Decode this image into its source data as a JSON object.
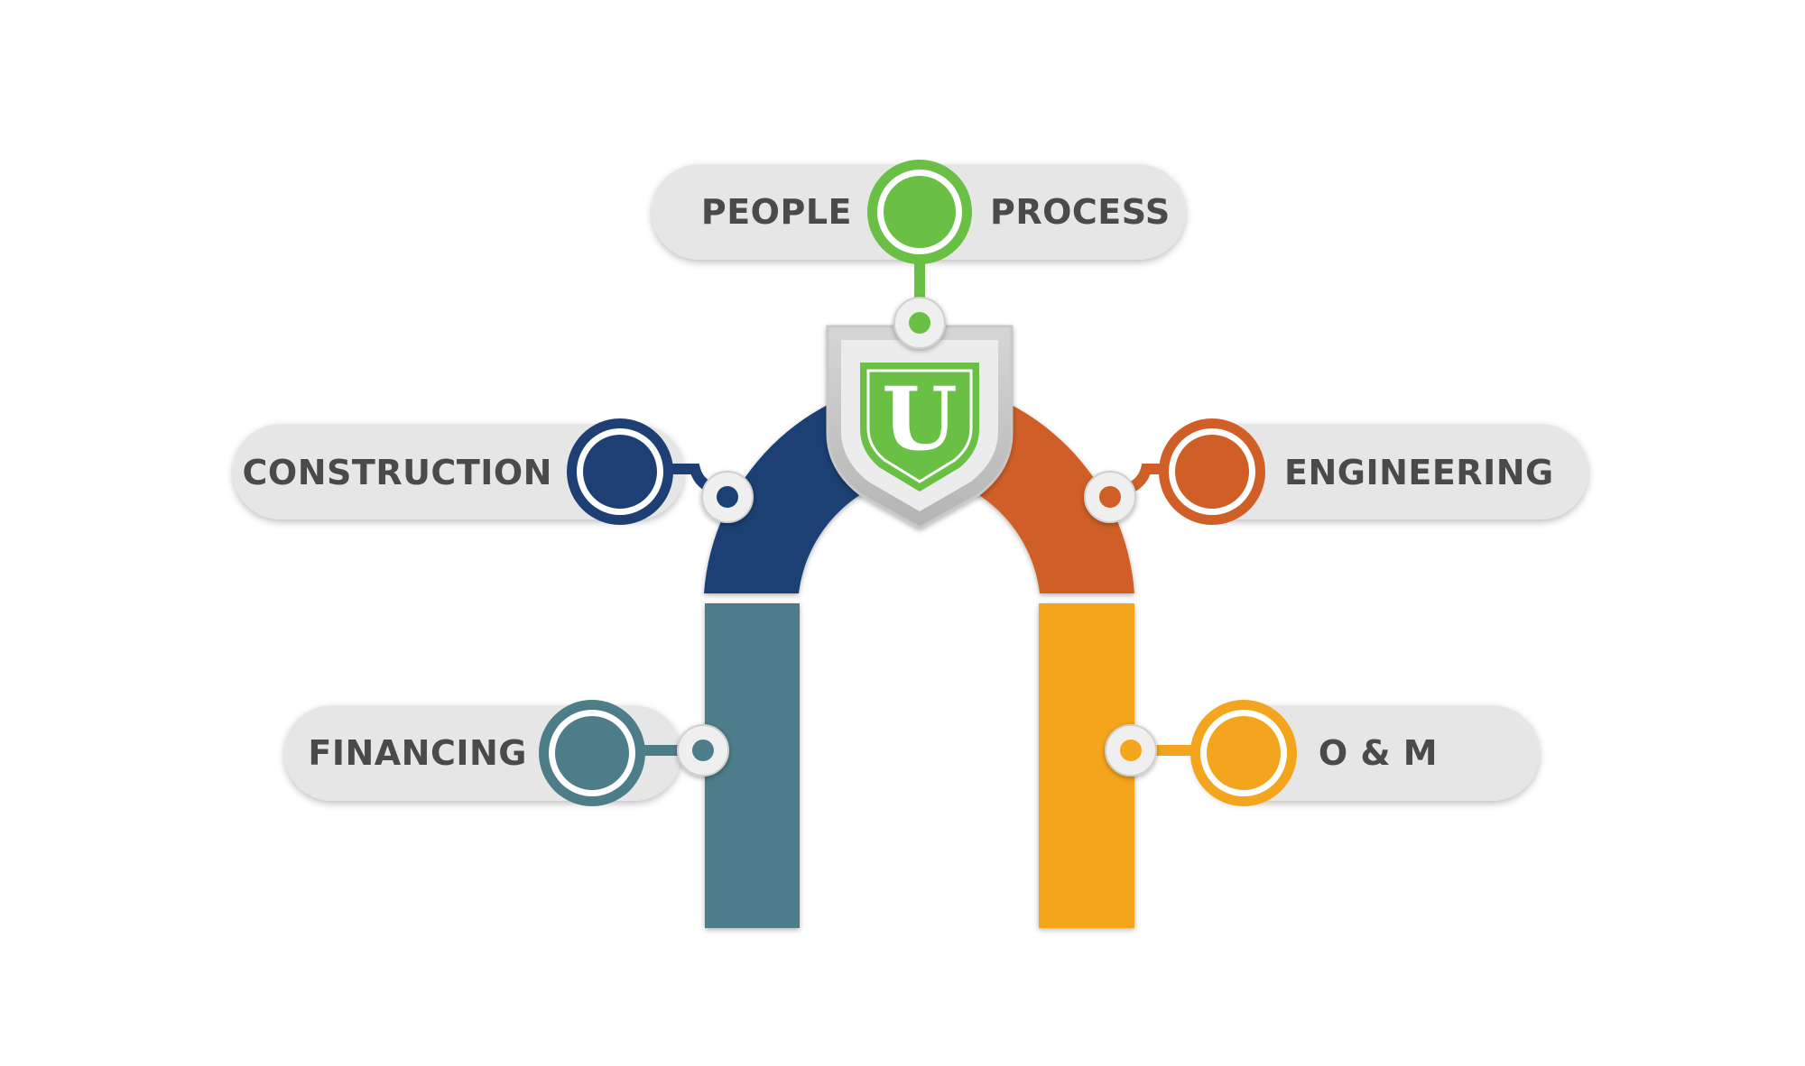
{
  "diagram": {
    "nodes": [
      {
        "id": "people",
        "label": "PEOPLE",
        "color": "#6abf45"
      },
      {
        "id": "process",
        "label": "PROCESS",
        "color": "#6abf45"
      },
      {
        "id": "construction",
        "label": "CONSTRUCTION",
        "color": "#1e3f73"
      },
      {
        "id": "engineering",
        "label": "ENGINEERING",
        "color": "#cf5f26"
      },
      {
        "id": "financing",
        "label": "FINANCING",
        "color": "#4e7d8a"
      },
      {
        "id": "om",
        "label": "O & M",
        "color": "#f4a51e"
      }
    ],
    "shield": {
      "letter": "U",
      "color": "#6abf45"
    },
    "colors": {
      "arch_left_upper": "#1e3f73",
      "arch_left_lower": "#4e7d8a",
      "arch_right_upper": "#cf5f26",
      "arch_right_lower": "#f4a51e",
      "pill_fill": "#e6e6e6",
      "text": "#4a4a4a"
    }
  }
}
